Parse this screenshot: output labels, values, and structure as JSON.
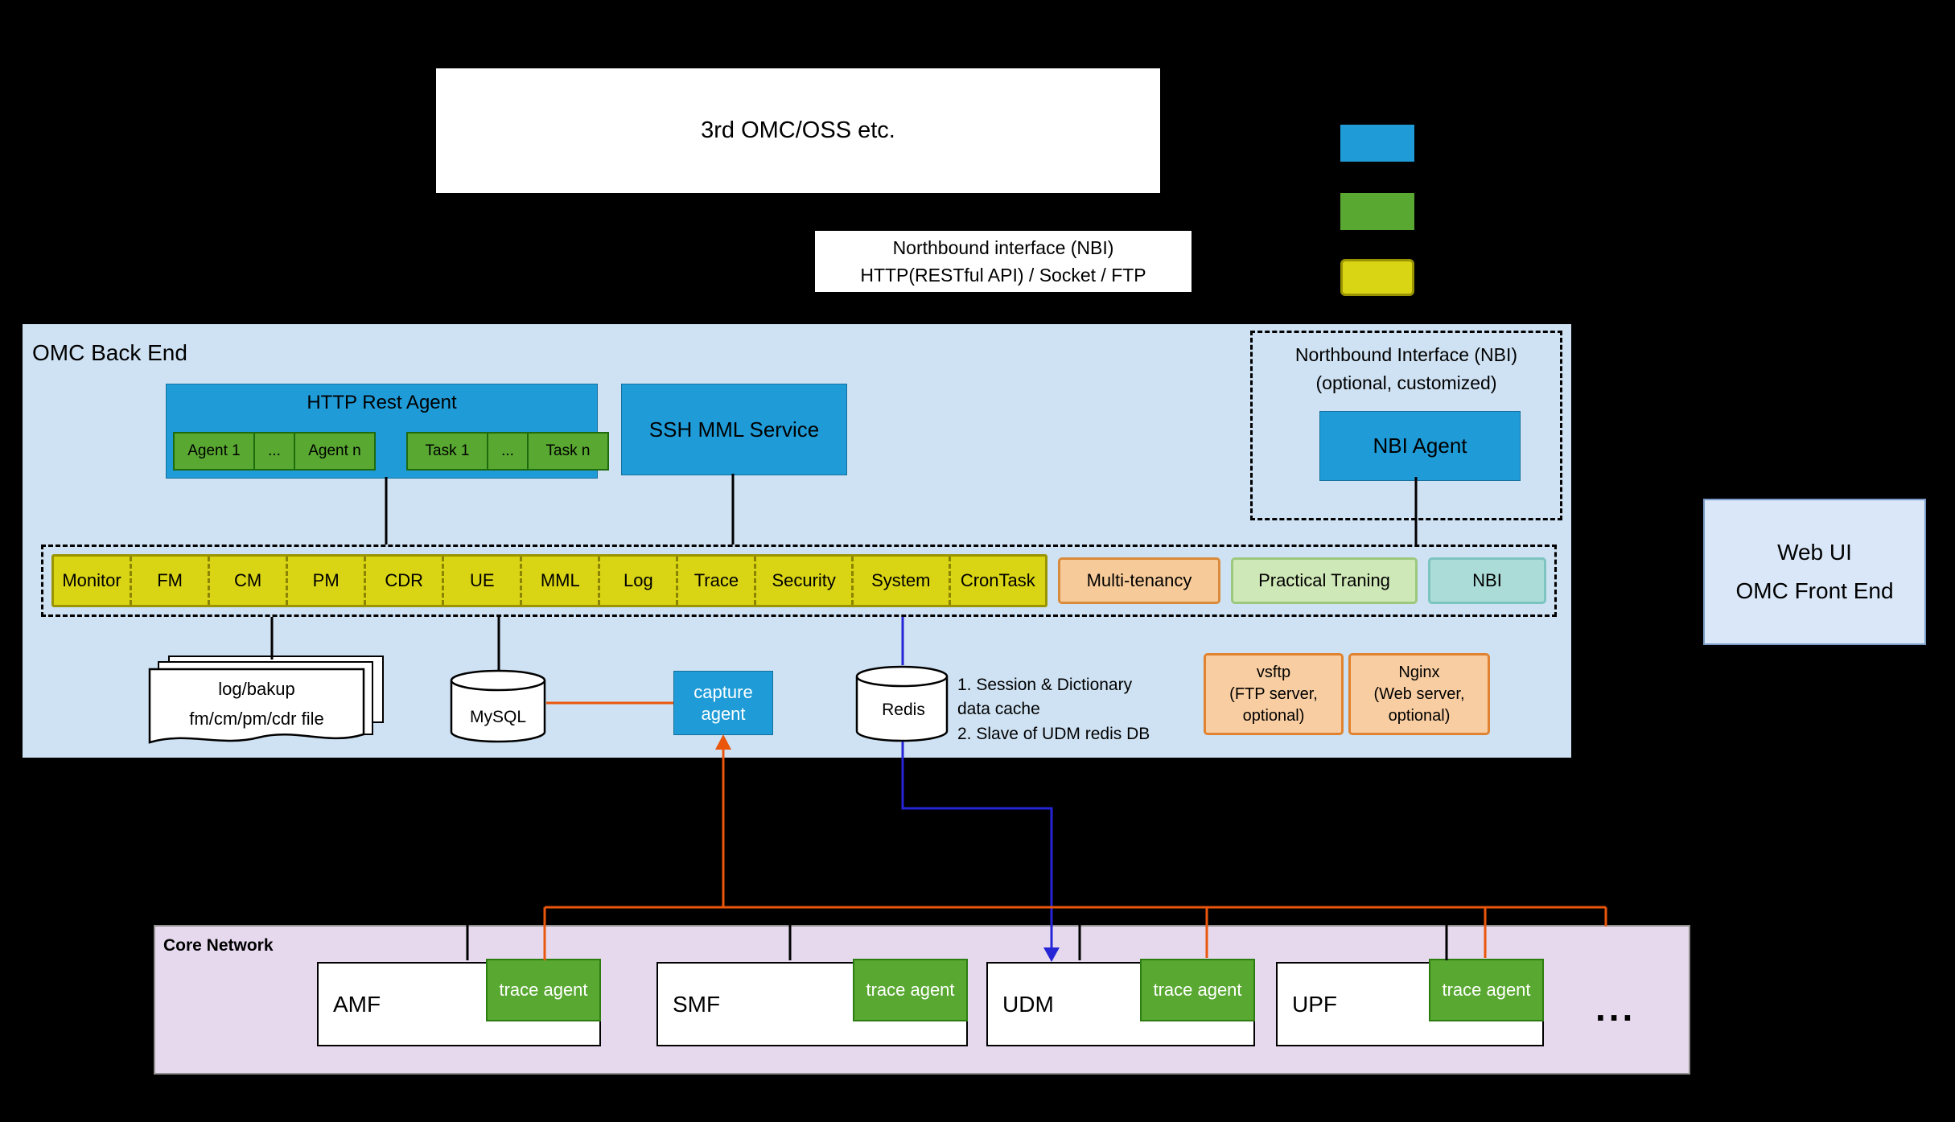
{
  "colors": {
    "legend_blue": "#1f9cd8",
    "legend_green": "#58a831",
    "legend_yellow": "#d9d414",
    "orange_connector": "#ea560c",
    "blue_connector": "#2525d6"
  },
  "top_box": {
    "label": "3rd OMC/OSS etc."
  },
  "nbi_banner": {
    "line1": "Northbound interface (NBI)",
    "line2": "HTTP(RESTful API) / Socket / FTP"
  },
  "backend": {
    "title": "OMC Back End",
    "http_rest_agent": {
      "title": "HTTP Rest Agent",
      "children": [
        "Agent 1",
        "...",
        "Agent n",
        "Task 1",
        "...",
        "Task n"
      ]
    },
    "ssh_mml_label": "SSH MML Service",
    "nbi_section": {
      "line1": "Northbound Interface (NBI)",
      "line2": "(optional, customized)",
      "agent_label": "NBI Agent"
    },
    "modules": [
      "Monitor",
      "FM",
      "CM",
      "PM",
      "CDR",
      "UE",
      "MML",
      "Log",
      "Trace",
      "Security",
      "System",
      "CronTask"
    ],
    "extra_modules": {
      "multi_tenancy": "Multi-tenancy",
      "practical_training": "Practical Traning",
      "nbi": "NBI"
    },
    "storage": {
      "files_line1": "log/bakup",
      "files_line2": "fm/cm/pm/cdr file",
      "mysql": "MySQL",
      "capture_agent": "capture agent",
      "redis": "Redis",
      "redis_note_line1": "1. Session & Dictionary",
      "redis_note_line2": "data cache",
      "redis_note_line3": "2. Slave of UDM redis DB",
      "vsftp_line1": "vsftp",
      "vsftp_line2": "(FTP server,",
      "vsftp_line3": "optional)",
      "nginx_line1": "Nginx",
      "nginx_line2": "(Web server,",
      "nginx_line3": "optional)"
    }
  },
  "webui": {
    "line1": "Web UI",
    "line2": "OMC Front End"
  },
  "core_network": {
    "title": "Core Network",
    "nodes": [
      {
        "name": "AMF",
        "agent": "trace agent"
      },
      {
        "name": "SMF",
        "agent": "trace agent"
      },
      {
        "name": "UDM",
        "agent": "trace agent"
      },
      {
        "name": "UPF",
        "agent": "trace agent"
      }
    ],
    "ellipsis": "..."
  }
}
